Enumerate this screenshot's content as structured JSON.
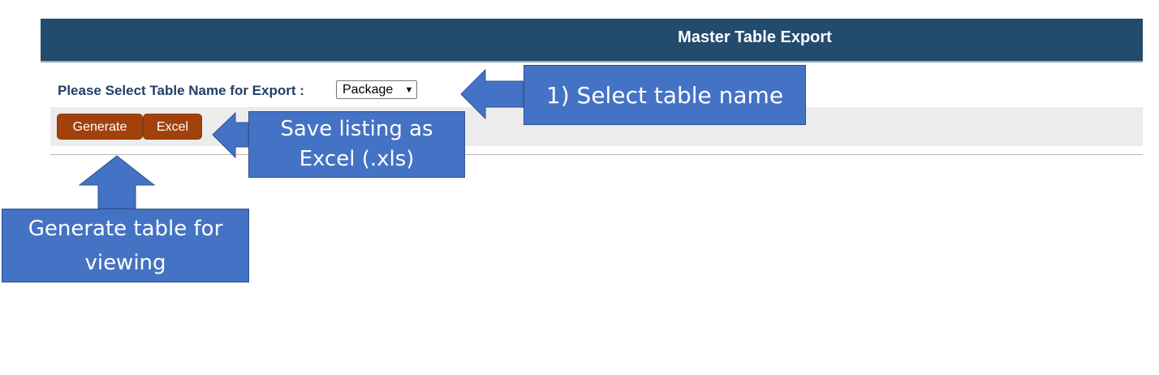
{
  "header": {
    "title": "Master Table Export"
  },
  "form": {
    "select_label": "Please Select Table Name for Export :",
    "table_select_value": "Package",
    "arrow_glyph": "▼"
  },
  "toolbar": {
    "generate_label": "Generate",
    "excel_label": "Excel"
  },
  "callouts": {
    "select_table": "1) Select table name",
    "save_excel_line1": "Save listing as",
    "save_excel_line2": "Excel (.xls)",
    "generate_line1": "Generate table for",
    "generate_line2": "viewing"
  },
  "colors": {
    "header_bg": "#224b6e",
    "button_bg": "#a3410d",
    "callout_bg": "#4472c4",
    "label_text": "#22406a"
  }
}
